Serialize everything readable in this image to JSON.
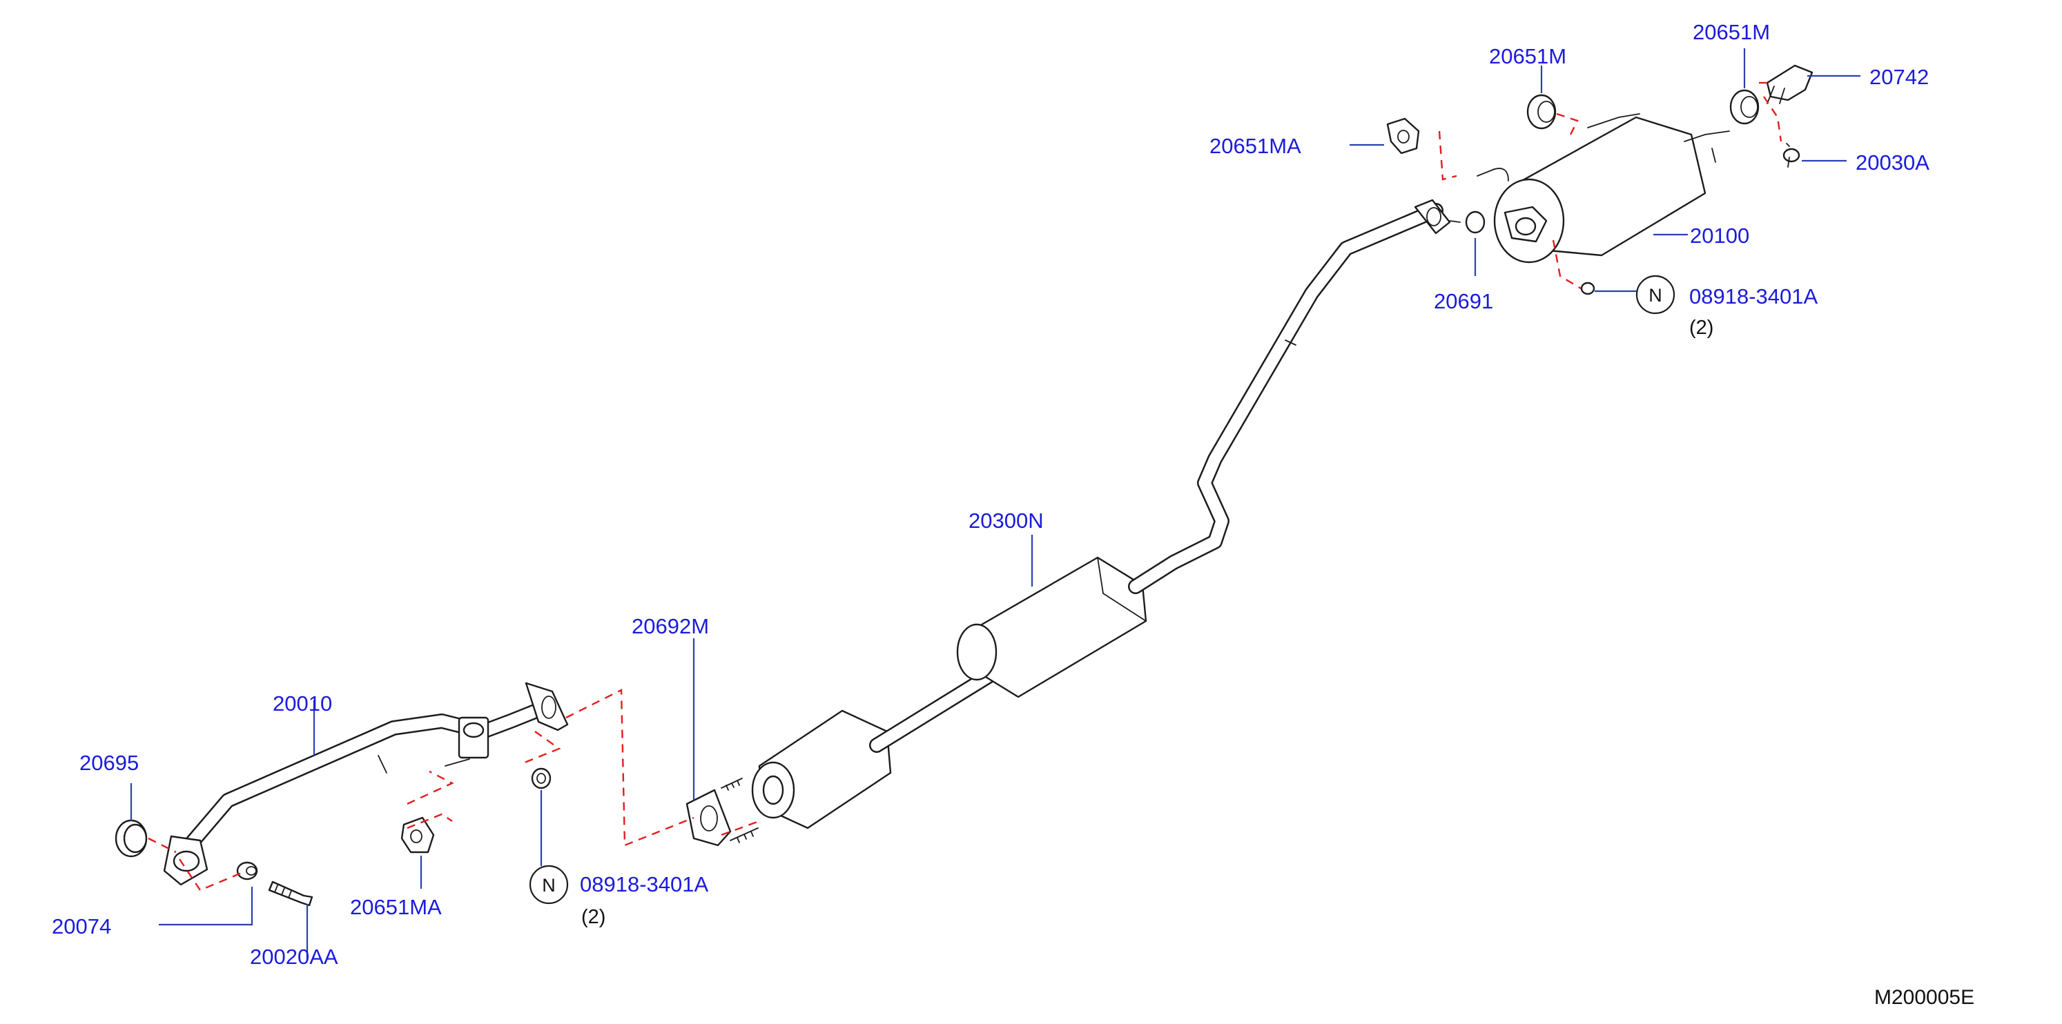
{
  "diagram": {
    "reference_code": "M200005E",
    "callouts": {
      "front_tube": "20010",
      "front_gasket": "20695",
      "front_nut": "20074",
      "front_stud": "20020AA",
      "front_mount": "20651MA",
      "rear_mount": "20651MA",
      "center_gasket": "20692M",
      "center_nut_part": "08918-3401A",
      "center_nut_qty": "(2)",
      "center_muffler": "20300N",
      "main_muffler": "20100",
      "rear_gasket": "20691",
      "rear_nut_part": "08918-3401A",
      "rear_nut_qty": "(2)",
      "rubber_mount_left": "20651M",
      "rubber_mount_right": "20651M",
      "bracket": "20742",
      "bolt": "20030A"
    },
    "nut_symbol": "N"
  }
}
